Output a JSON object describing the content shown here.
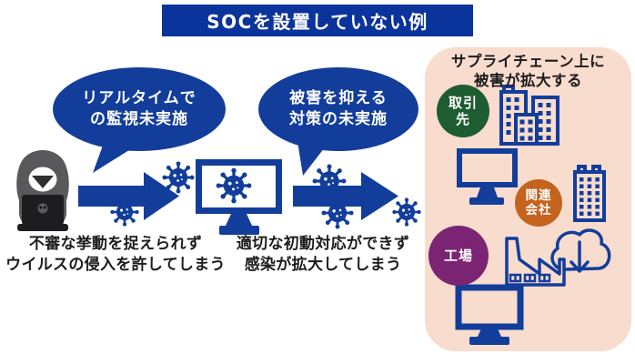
{
  "banner": {
    "title": "SOCを設置していない例"
  },
  "colors": {
    "banner_blue": "#0b339c",
    "graphic_blue": "#123d9b",
    "panel_pink": "#f8dccd",
    "partner_green": "#1e5c31",
    "affiliate_orange": "#c4631d",
    "factory_purple": "#7b2473",
    "text_black": "#1c1c1c"
  },
  "bubbles": [
    {
      "line1": "リアルタイムで",
      "line2": "の監視未実施"
    },
    {
      "line1": "被害を抑える",
      "line2": "対策の未実施"
    }
  ],
  "captions": [
    {
      "line1": "不審な挙動を捉えられず",
      "line2": "ウイルスの侵入を許してしまう"
    },
    {
      "line1": "適切な初動対応ができず",
      "line2": "感染が拡大してしまう"
    }
  ],
  "panel": {
    "title_line1": "サプライチェーン上に",
    "title_line2": "被害が拡大する",
    "nodes": [
      {
        "line1": "取引",
        "line2": "先"
      },
      {
        "line1": "関連",
        "line2": "会社"
      },
      {
        "line1": "工場",
        "line2": ""
      }
    ]
  },
  "icons": {
    "hacker": "hacker-icon",
    "virus": "virus-icon",
    "infected_monitor": "infected-monitor-icon",
    "monitor": "monitor-icon",
    "flow_arrow": "flow-arrow",
    "speech_bubble_tail": "bubble-tail",
    "office_buildings": "office-buildings-icon",
    "tall_building": "tall-building-icon",
    "cloud_download": "cloud-download-icon",
    "factory": "factory-icon"
  }
}
